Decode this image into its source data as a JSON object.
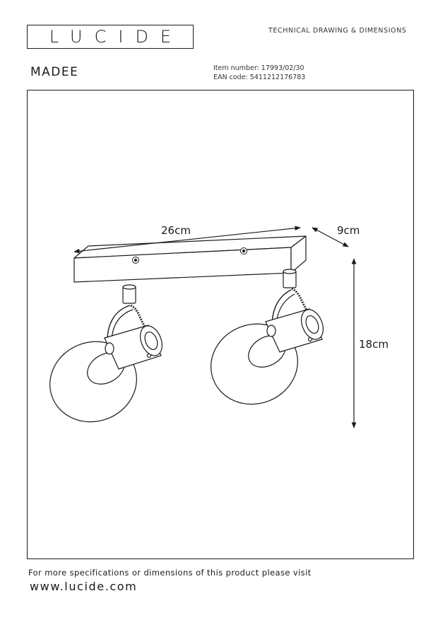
{
  "header": {
    "brand": "LUCIDE",
    "doc_type": "TECHNICAL DRAWING & DIMENSIONS",
    "product_name": "MADEE",
    "item_number_label": "Item number:",
    "item_number": "17993/02/30",
    "ean_label": "EAN code:",
    "ean": "5411212176783"
  },
  "drawing": {
    "dimensions": {
      "length": "26cm",
      "depth": "9cm",
      "height": "18cm"
    }
  },
  "footer": {
    "note": "For more specifications or dimensions of this product please visit",
    "url": "www.lucide.com"
  }
}
